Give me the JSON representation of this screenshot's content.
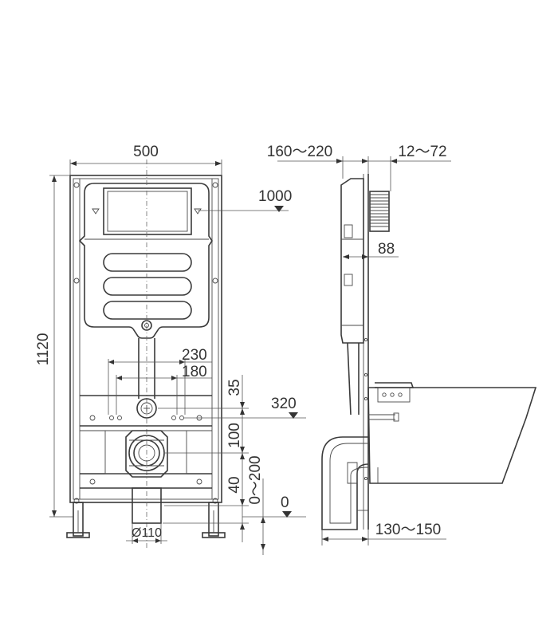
{
  "front_view": {
    "width": "500",
    "height": "1120",
    "flush_height": "1000",
    "spacing_outer": "230",
    "spacing_inner": "180",
    "offset_35": "35",
    "level_320": "320",
    "offset_100": "100",
    "offset_40": "40",
    "range_0_200": "0～200",
    "zero": "0",
    "pipe_diameter": "Ø110"
  },
  "side_view": {
    "wall_depth": "160～220",
    "panel_depth": "12～72",
    "button_depth": "88",
    "bowl_offset": "130～150"
  }
}
